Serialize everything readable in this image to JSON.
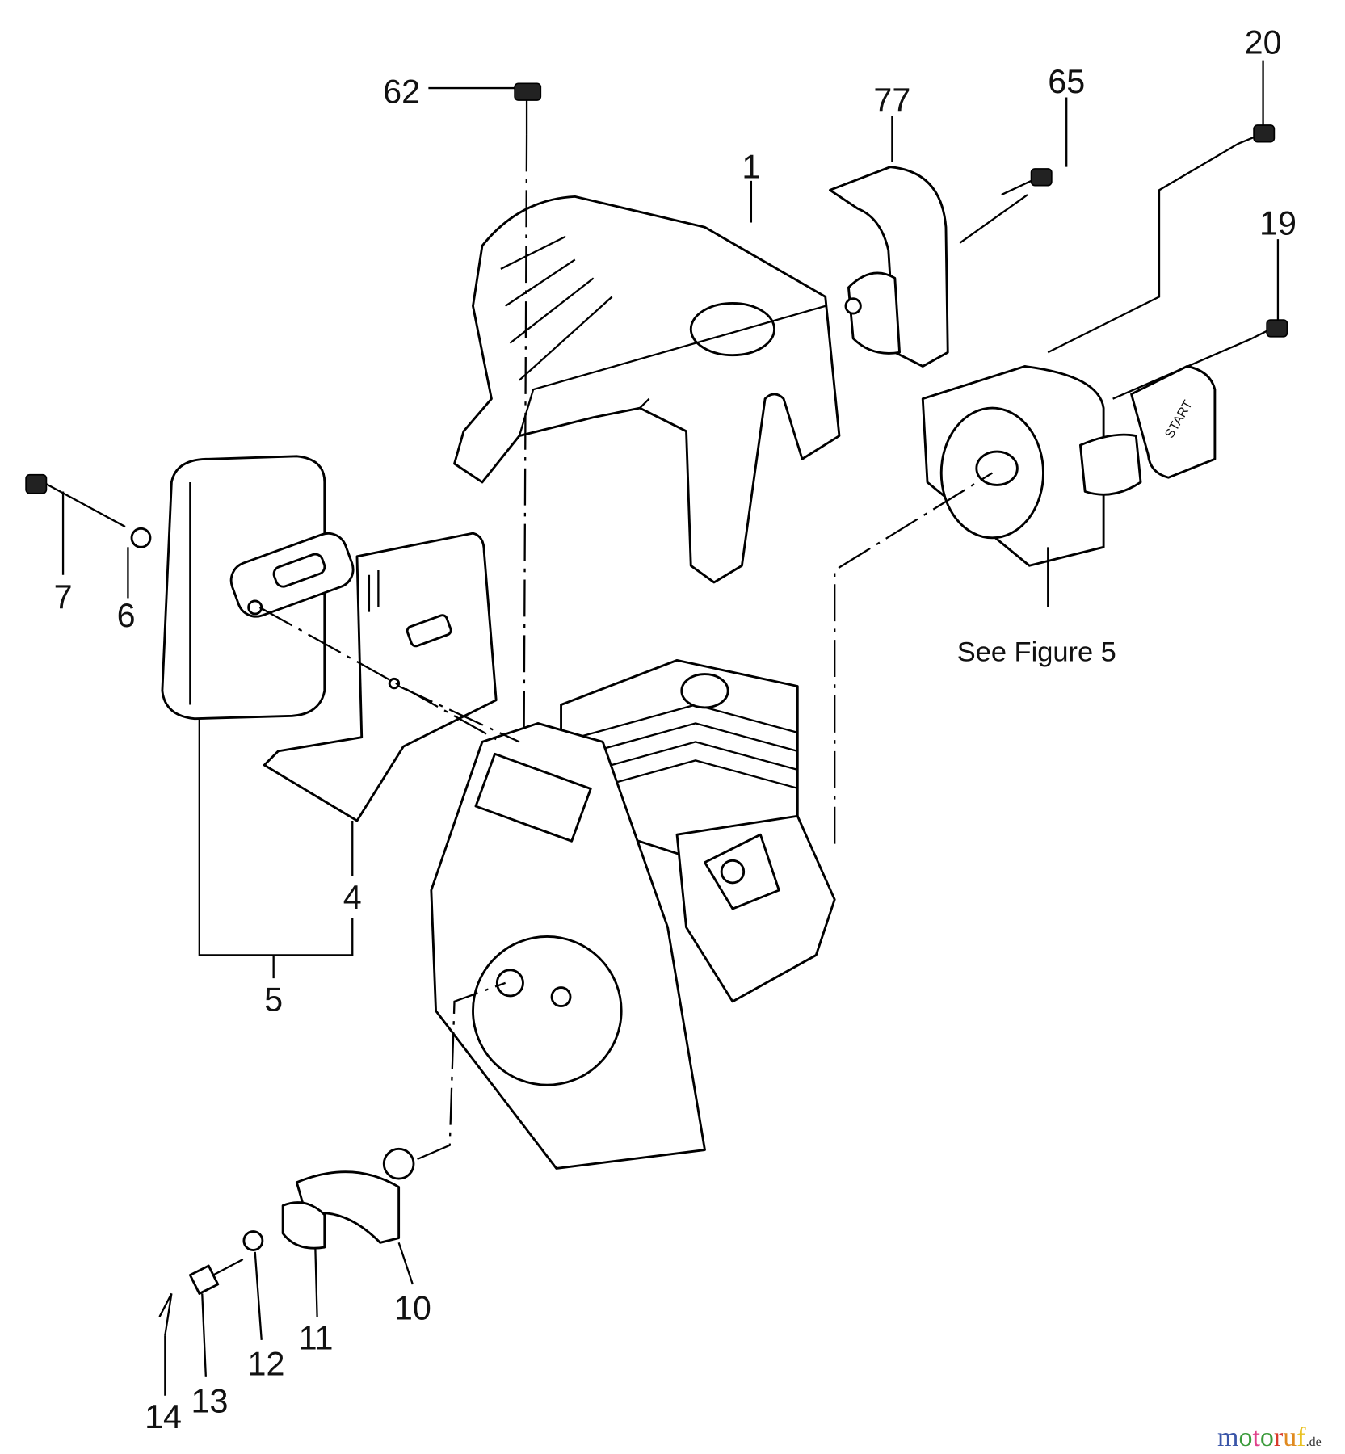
{
  "diagram": {
    "callouts": [
      "62",
      "77",
      "65",
      "20",
      "1",
      "19",
      "7",
      "6",
      "4",
      "5",
      "10",
      "11",
      "12",
      "13",
      "14"
    ],
    "reference_note": "See Figure 5",
    "starter_handle_text": "START"
  },
  "watermark": {
    "text": "motoruf",
    "suffix": ".de",
    "colors": [
      "#3a55a8",
      "#3a9a3a",
      "#e0408a",
      "#3a9a3a",
      "#d83a2a",
      "#e08a20",
      "#e8c020"
    ]
  }
}
